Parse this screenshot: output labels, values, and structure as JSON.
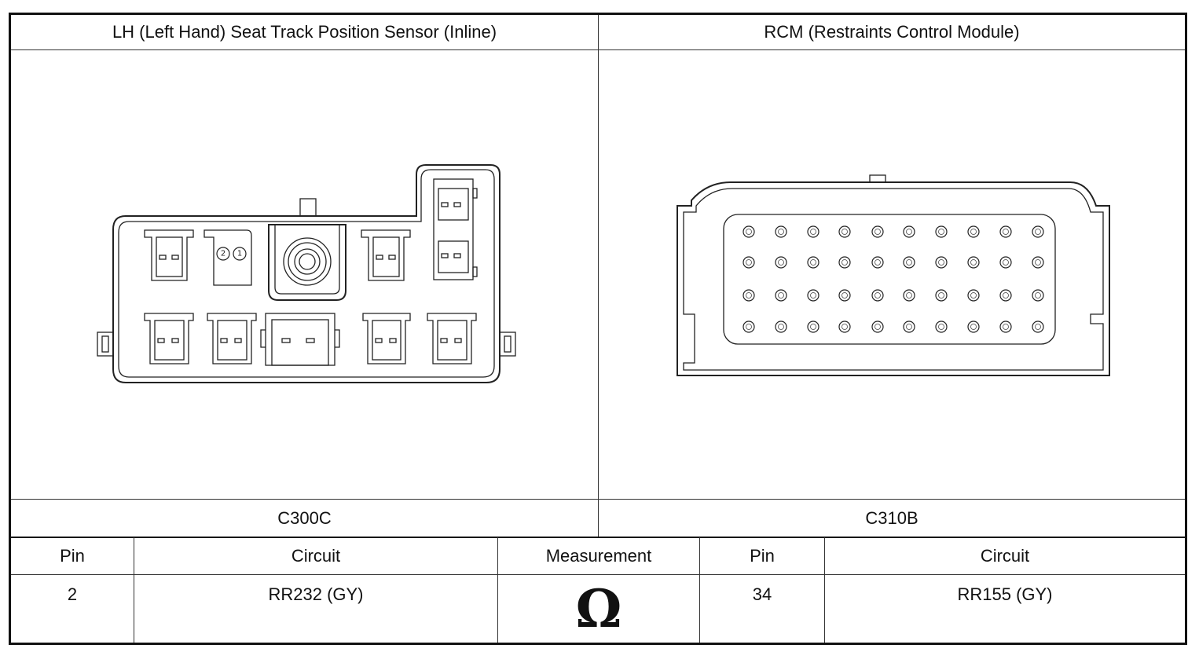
{
  "left_connector": {
    "title": "LH (Left Hand) Seat Track Position Sensor (Inline)",
    "connector_id": "C300C",
    "pin_labels": [
      "2",
      "1"
    ]
  },
  "right_connector": {
    "title": "RCM (Restraints Control Module)",
    "connector_id": "C310B"
  },
  "table": {
    "headers": [
      "Pin",
      "Circuit",
      "Measurement",
      "Pin",
      "Circuit"
    ],
    "row": {
      "pin_a": "2",
      "circuit_a": "RR232 (GY)",
      "measurement_symbol": "Ω",
      "pin_b": "34",
      "circuit_b": "RR155 (GY)"
    }
  }
}
